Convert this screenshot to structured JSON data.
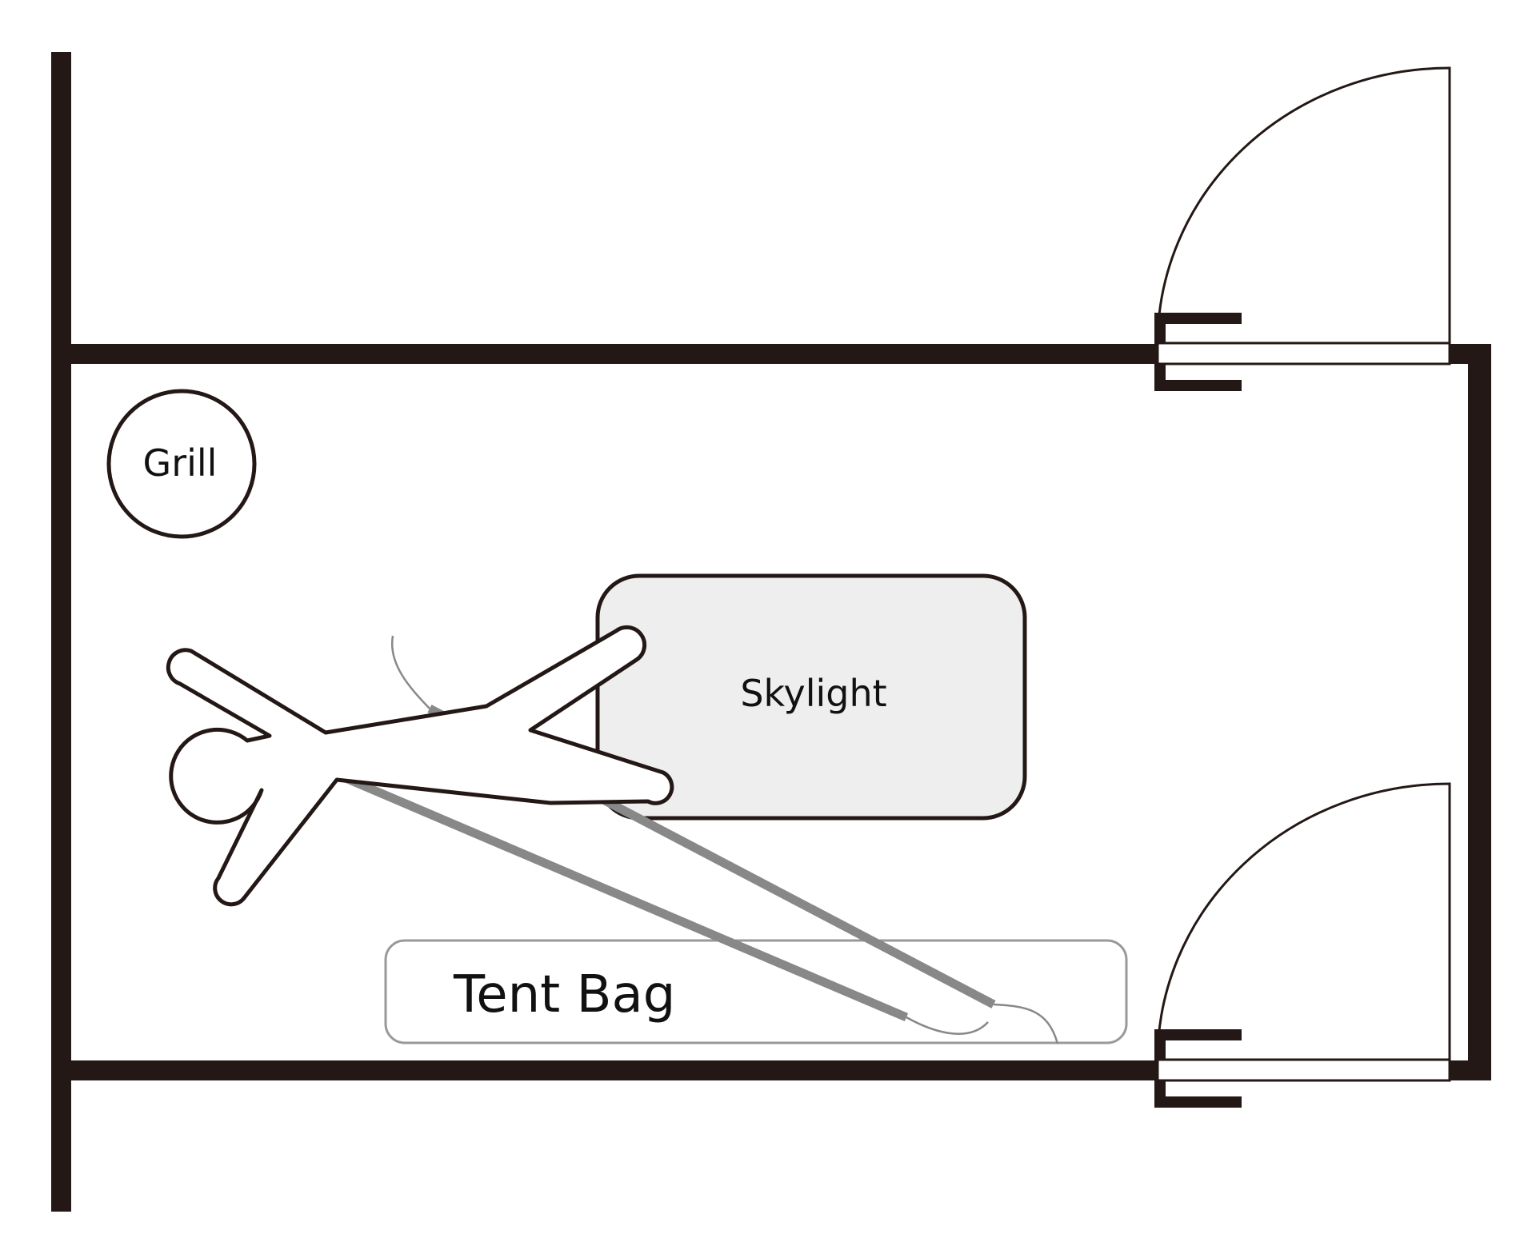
{
  "labels": {
    "grill": "Grill",
    "skylight": "Skylight",
    "tent_bag": "Tent Bag"
  },
  "colors": {
    "wall": "#231815",
    "skylight_fill": "#eeeeee",
    "pole": "#888888",
    "tent_bag_outline": "#999999"
  }
}
